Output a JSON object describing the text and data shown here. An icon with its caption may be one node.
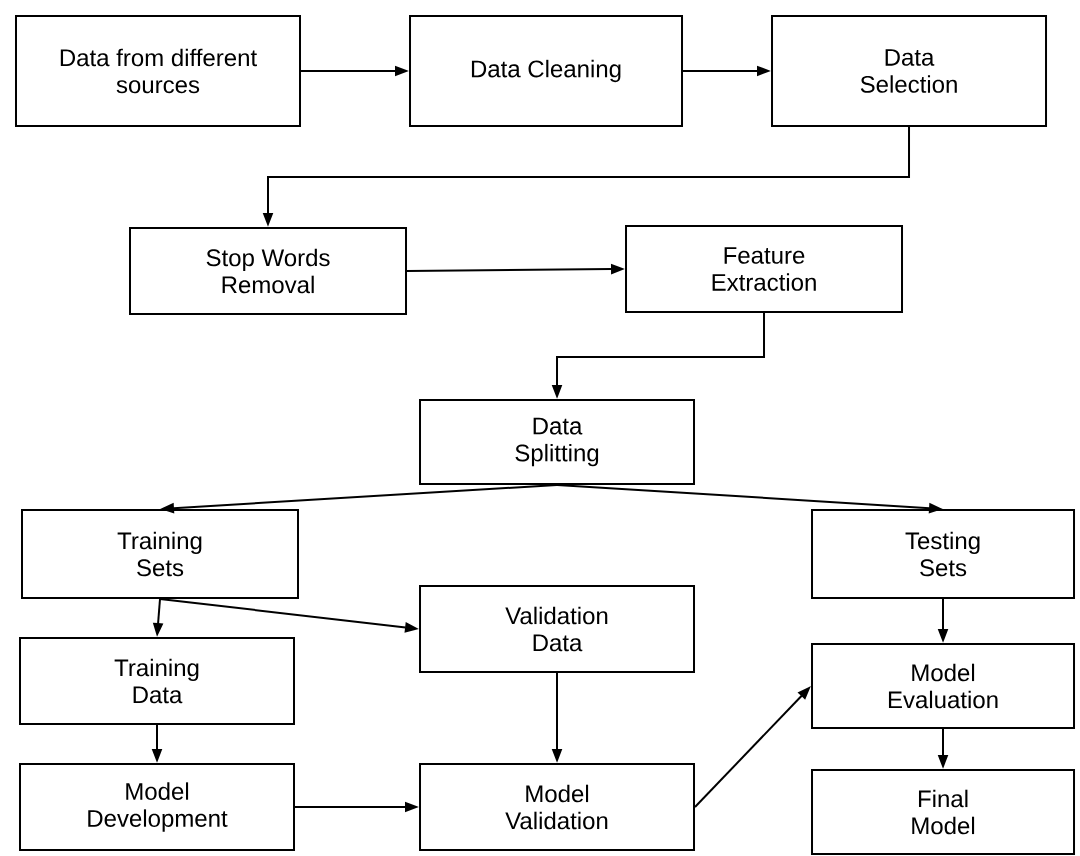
{
  "diagram": {
    "nodes": [
      {
        "text": [
          "Data from different sources"
        ]
      },
      {
        "text": [
          "Data Cleaning"
        ]
      },
      {
        "text": [
          "Data Selection"
        ]
      },
      {
        "text": [
          "Stop Words Removal"
        ]
      },
      {
        "text": [
          "Feature Extraction"
        ]
      },
      {
        "text": [
          "Data Splitting"
        ]
      },
      {
        "text": [
          "Training Sets"
        ]
      },
      {
        "text": [
          "Testing Sets"
        ]
      },
      {
        "text": [
          "Validation Data"
        ]
      },
      {
        "text": [
          "Training Data"
        ]
      },
      {
        "text": [
          "Model Evaluation"
        ]
      },
      {
        "text": [
          "Model Development"
        ]
      },
      {
        "text": [
          "Model Validation"
        ]
      },
      {
        "text": [
          "Final Model"
        ]
      }
    ],
    "edges": [
      {
        "from": 0,
        "to": 1,
        "arrow": "to"
      },
      {
        "from": 1,
        "to": 2,
        "arrow": "to"
      },
      {
        "from": 2,
        "to": 3,
        "arrow": "to"
      },
      {
        "from": 3,
        "to": 4,
        "arrow": "to"
      },
      {
        "from": 4,
        "to": 5,
        "arrow": "to"
      },
      {
        "from": 5,
        "to": 6,
        "arrow": "to"
      },
      {
        "from": 5,
        "to": 7,
        "arrow": "to"
      },
      {
        "from": 6,
        "to": 9,
        "arrow": "to"
      },
      {
        "from": 6,
        "to": 8,
        "arrow": "to"
      },
      {
        "from": 9,
        "to": 11,
        "arrow": "to"
      },
      {
        "from": 8,
        "to": 12,
        "arrow": "to"
      },
      {
        "from": 11,
        "to": 12,
        "arrow": "to"
      },
      {
        "from": 12,
        "to": 10,
        "arrow": "to"
      },
      {
        "from": 7,
        "to": 10,
        "arrow": "to"
      },
      {
        "from": 10,
        "to": 13,
        "arrow": "to"
      }
    ]
  }
}
